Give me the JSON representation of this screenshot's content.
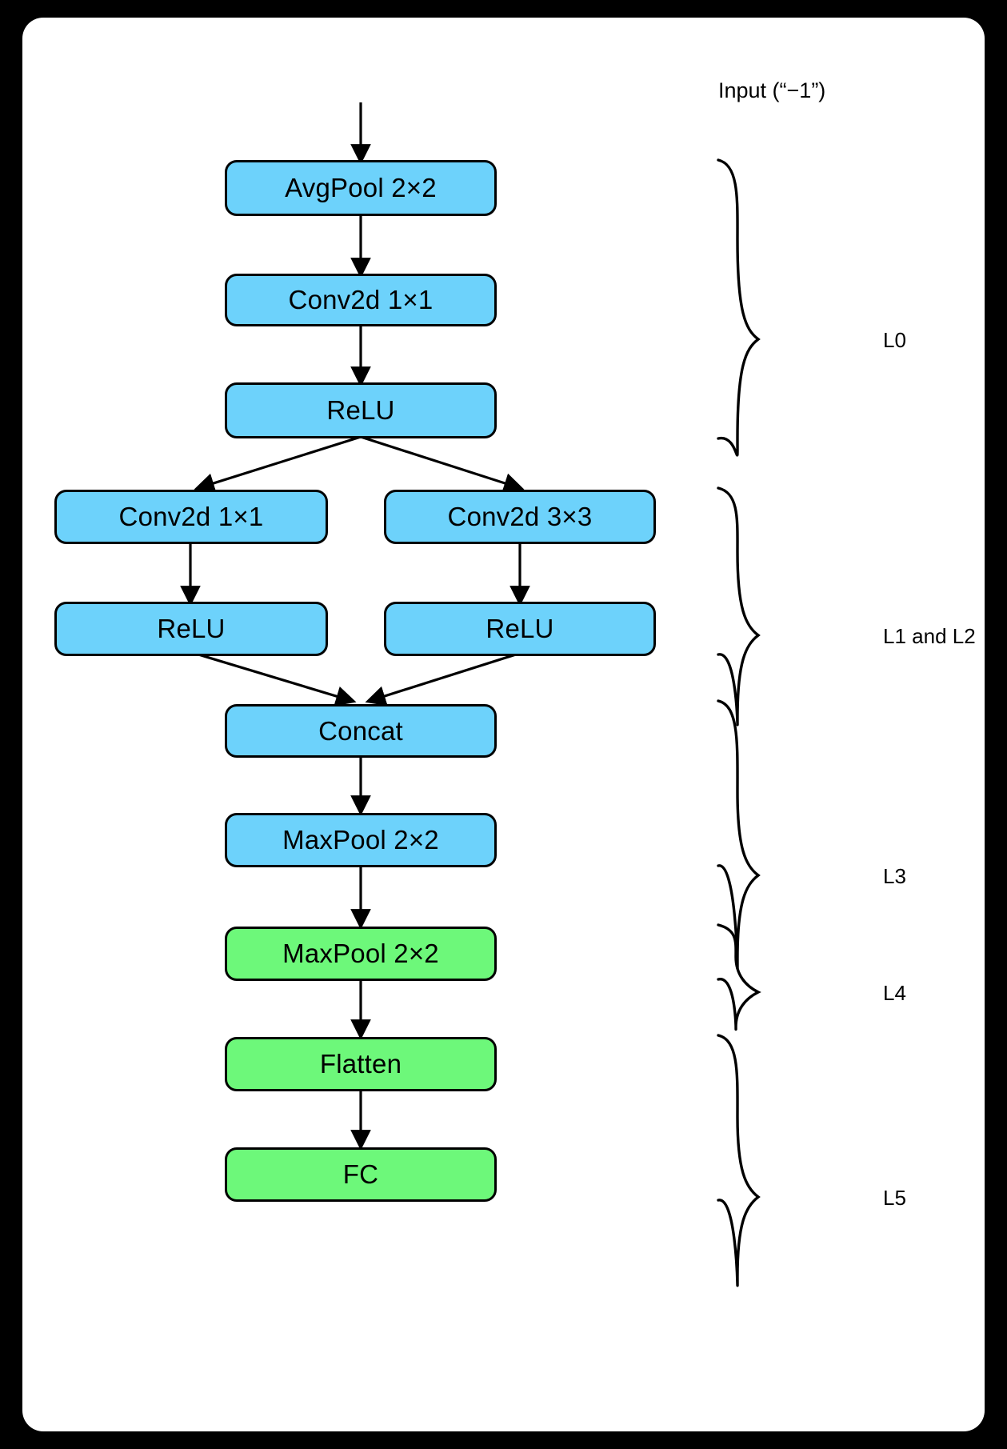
{
  "figure": {
    "kind": "neural-network-architecture-flowchart",
    "background_color": "#000000",
    "card_color": "#ffffff",
    "blue_color": "#6DD2FB",
    "green_color": "#6DF87A",
    "stroke_color": "#000000"
  },
  "top_label": {
    "text": "Input (“−1”)"
  },
  "nodes": {
    "avgpool": {
      "label": "AvgPool 2×2",
      "color": "blue"
    },
    "conv1": {
      "label": "Conv2d 1×1",
      "color": "blue"
    },
    "relu_main": {
      "label": "ReLU",
      "color": "blue"
    },
    "conv_left": {
      "label": "Conv2d 1×1",
      "color": "blue"
    },
    "conv_right": {
      "label": "Conv2d 3×3",
      "color": "blue"
    },
    "relu_left": {
      "label": "ReLU",
      "color": "blue"
    },
    "relu_right": {
      "label": "ReLU",
      "color": "blue"
    },
    "concat": {
      "label": "Concat",
      "color": "blue"
    },
    "maxpool_blue": {
      "label": "MaxPool 2×2",
      "color": "blue"
    },
    "maxpool_green": {
      "label": "MaxPool 2×2",
      "color": "green"
    },
    "flatten": {
      "label": "Flatten",
      "color": "green"
    },
    "fc": {
      "label": "FC",
      "color": "green"
    }
  },
  "groups": [
    {
      "id": "l0",
      "label": "L0",
      "members": [
        "AvgPool 2×2",
        "Conv2d 1×1",
        "ReLU"
      ]
    },
    {
      "id": "l1l2",
      "label": "L1 and L2",
      "members": [
        "Conv2d 1×1",
        "Conv2d 3×3",
        "ReLU",
        "ReLU"
      ]
    },
    {
      "id": "l3",
      "label": "L3",
      "members": [
        "Concat",
        "MaxPool 2×2"
      ]
    },
    {
      "id": "l4",
      "label": "L4",
      "members": [
        "MaxPool 2×2"
      ]
    },
    {
      "id": "l5",
      "label": "L5",
      "members": [
        "Flatten",
        "FC"
      ]
    }
  ],
  "edges": [
    {
      "from": "Input",
      "to": "AvgPool 2×2"
    },
    {
      "from": "AvgPool 2×2",
      "to": "Conv2d 1×1"
    },
    {
      "from": "Conv2d 1×1",
      "to": "ReLU"
    },
    {
      "from": "ReLU",
      "to": "Conv2d 1×1 (left branch)"
    },
    {
      "from": "ReLU",
      "to": "Conv2d 3×3 (right branch)"
    },
    {
      "from": "Conv2d 1×1 (left branch)",
      "to": "ReLU (left branch)"
    },
    {
      "from": "Conv2d 3×3 (right branch)",
      "to": "ReLU (right branch)"
    },
    {
      "from": "ReLU (left branch)",
      "to": "Concat"
    },
    {
      "from": "ReLU (right branch)",
      "to": "Concat"
    },
    {
      "from": "Concat",
      "to": "MaxPool 2×2"
    },
    {
      "from": "MaxPool 2×2",
      "to": "MaxPool 2×2 (green)"
    },
    {
      "from": "MaxPool 2×2 (green)",
      "to": "Flatten"
    },
    {
      "from": "Flatten",
      "to": "FC"
    }
  ]
}
